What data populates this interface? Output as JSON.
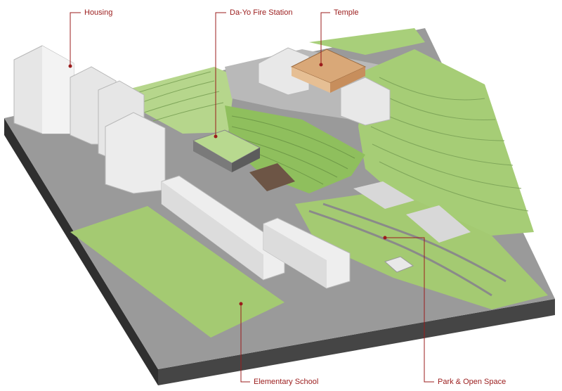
{
  "labels": {
    "housing": "Housing",
    "fire_station": "Da-Yo Fire Station",
    "temple": "Temple",
    "elementary_school": "Elementary School",
    "park_open_space": "Park & Open Space"
  },
  "colors": {
    "leader": "#9b1c1c",
    "label_text": "#9b1c1c",
    "grass": "#a8cf7a",
    "terrace": "#c2dd98",
    "road": "#8f8f8f",
    "building": "#ececec",
    "base_dark": "#3a3a3a"
  }
}
